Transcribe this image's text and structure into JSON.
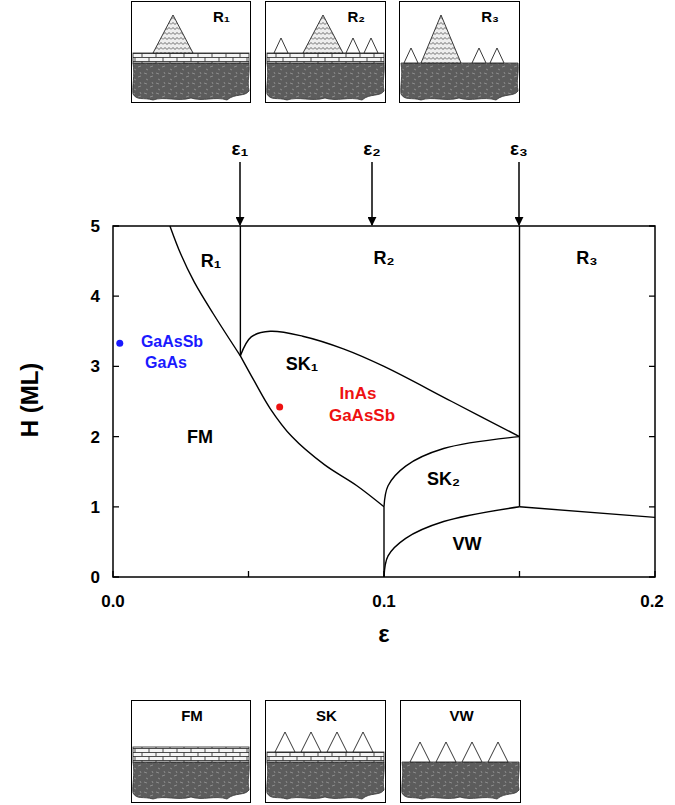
{
  "diagram": {
    "nodes": [
      {
        "text": [
          "R₁"
        ]
      },
      {
        "text": [
          "R₂"
        ]
      },
      {
        "text": [
          "R₃"
        ]
      },
      {
        "text": [
          "FM"
        ]
      },
      {
        "text": [
          "SK"
        ]
      },
      {
        "text": [
          "VW"
        ]
      }
    ],
    "labels": [
      "R₁",
      "R₂",
      "R₃",
      "SK₁",
      "SK₂",
      "FM",
      "VW",
      "ε₁",
      "ε₂",
      "ε₃",
      "H (ML)",
      "ε",
      "5",
      "4",
      "3",
      "2",
      "1",
      "0",
      "0.0",
      "0.1",
      "0.2",
      "GaAsSb",
      "GaAs",
      "InAs",
      "GaAsSb"
    ]
  }
}
